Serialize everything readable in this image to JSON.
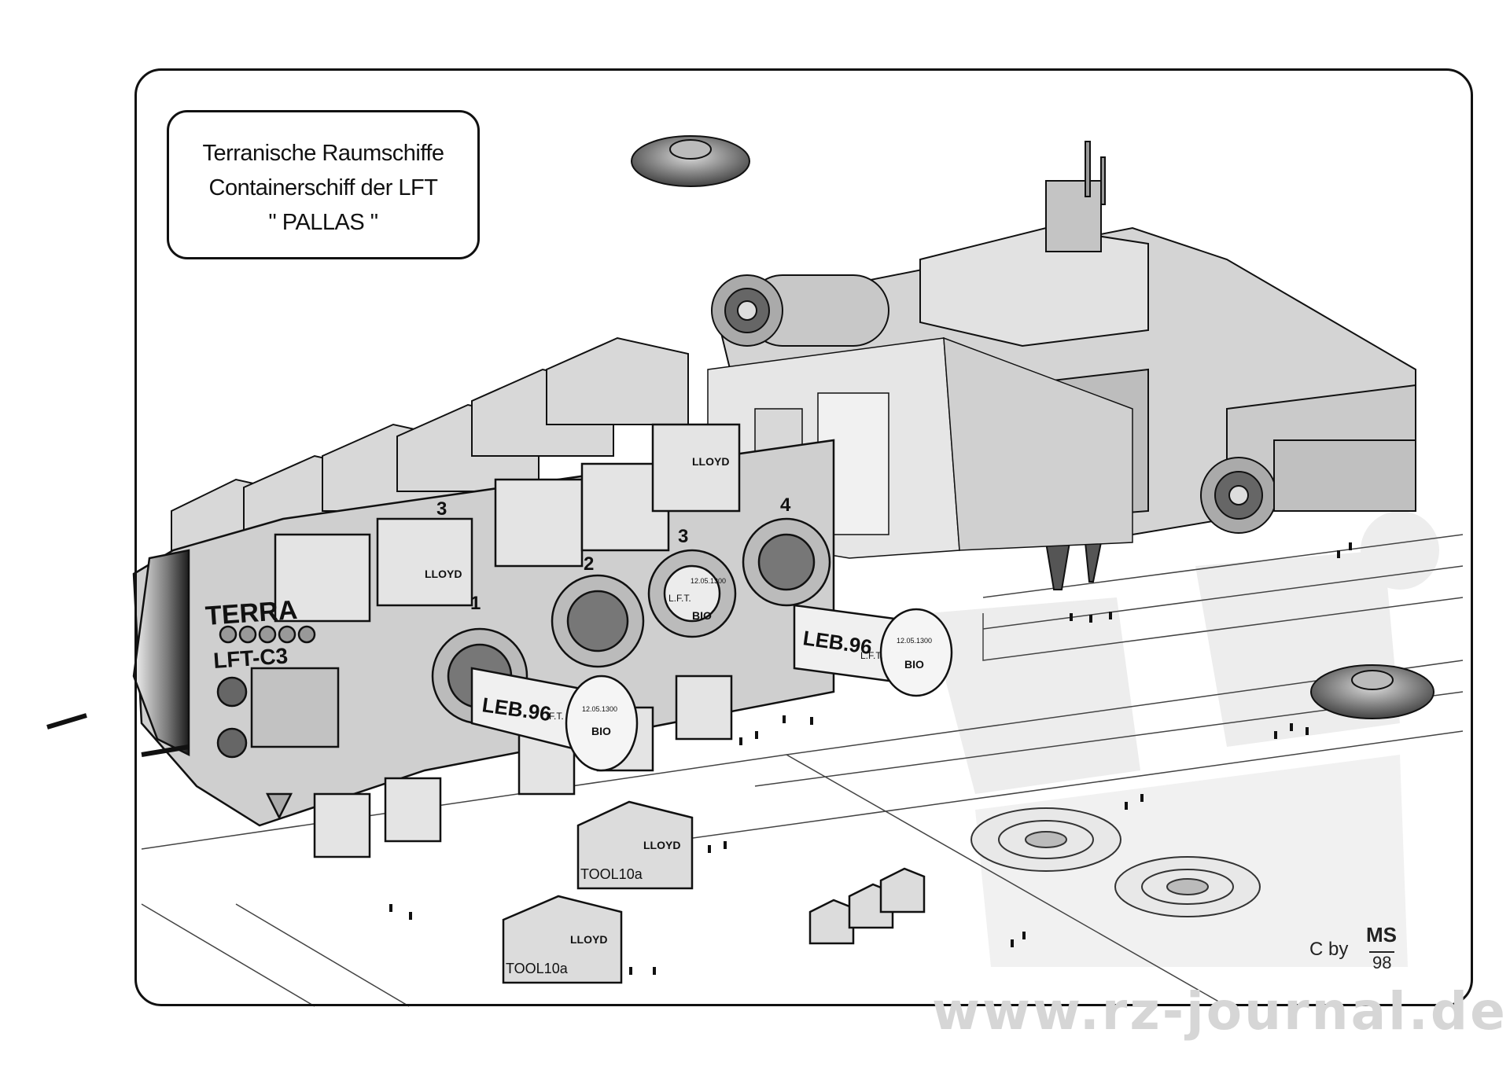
{
  "title": {
    "line1": "Terranische Raumschiffe",
    "line2": "Containerschiff der LFT",
    "line3": "\" PALLAS \""
  },
  "ship": {
    "name": "TERRA",
    "registry": "LFT-C3"
  },
  "bays": [
    "1",
    "2",
    "3",
    "4"
  ],
  "upper_bay_label": "3",
  "container_labels": {
    "lloyd": "LLOYD",
    "tool": "TOOL10a",
    "leb": "LEB.96",
    "lft": "L.F.T.",
    "bio": "BIO",
    "date": "12.05.1300"
  },
  "signature": {
    "prefix": "C by",
    "initials": "MS",
    "year": "98"
  },
  "watermark": "www.rz-journal.de",
  "colors": {
    "hull": "#c8c8c8",
    "hull_light": "#dedede",
    "hull_dark": "#8a8a8a",
    "line": "#111111",
    "watermark": "#d6d6d6"
  }
}
